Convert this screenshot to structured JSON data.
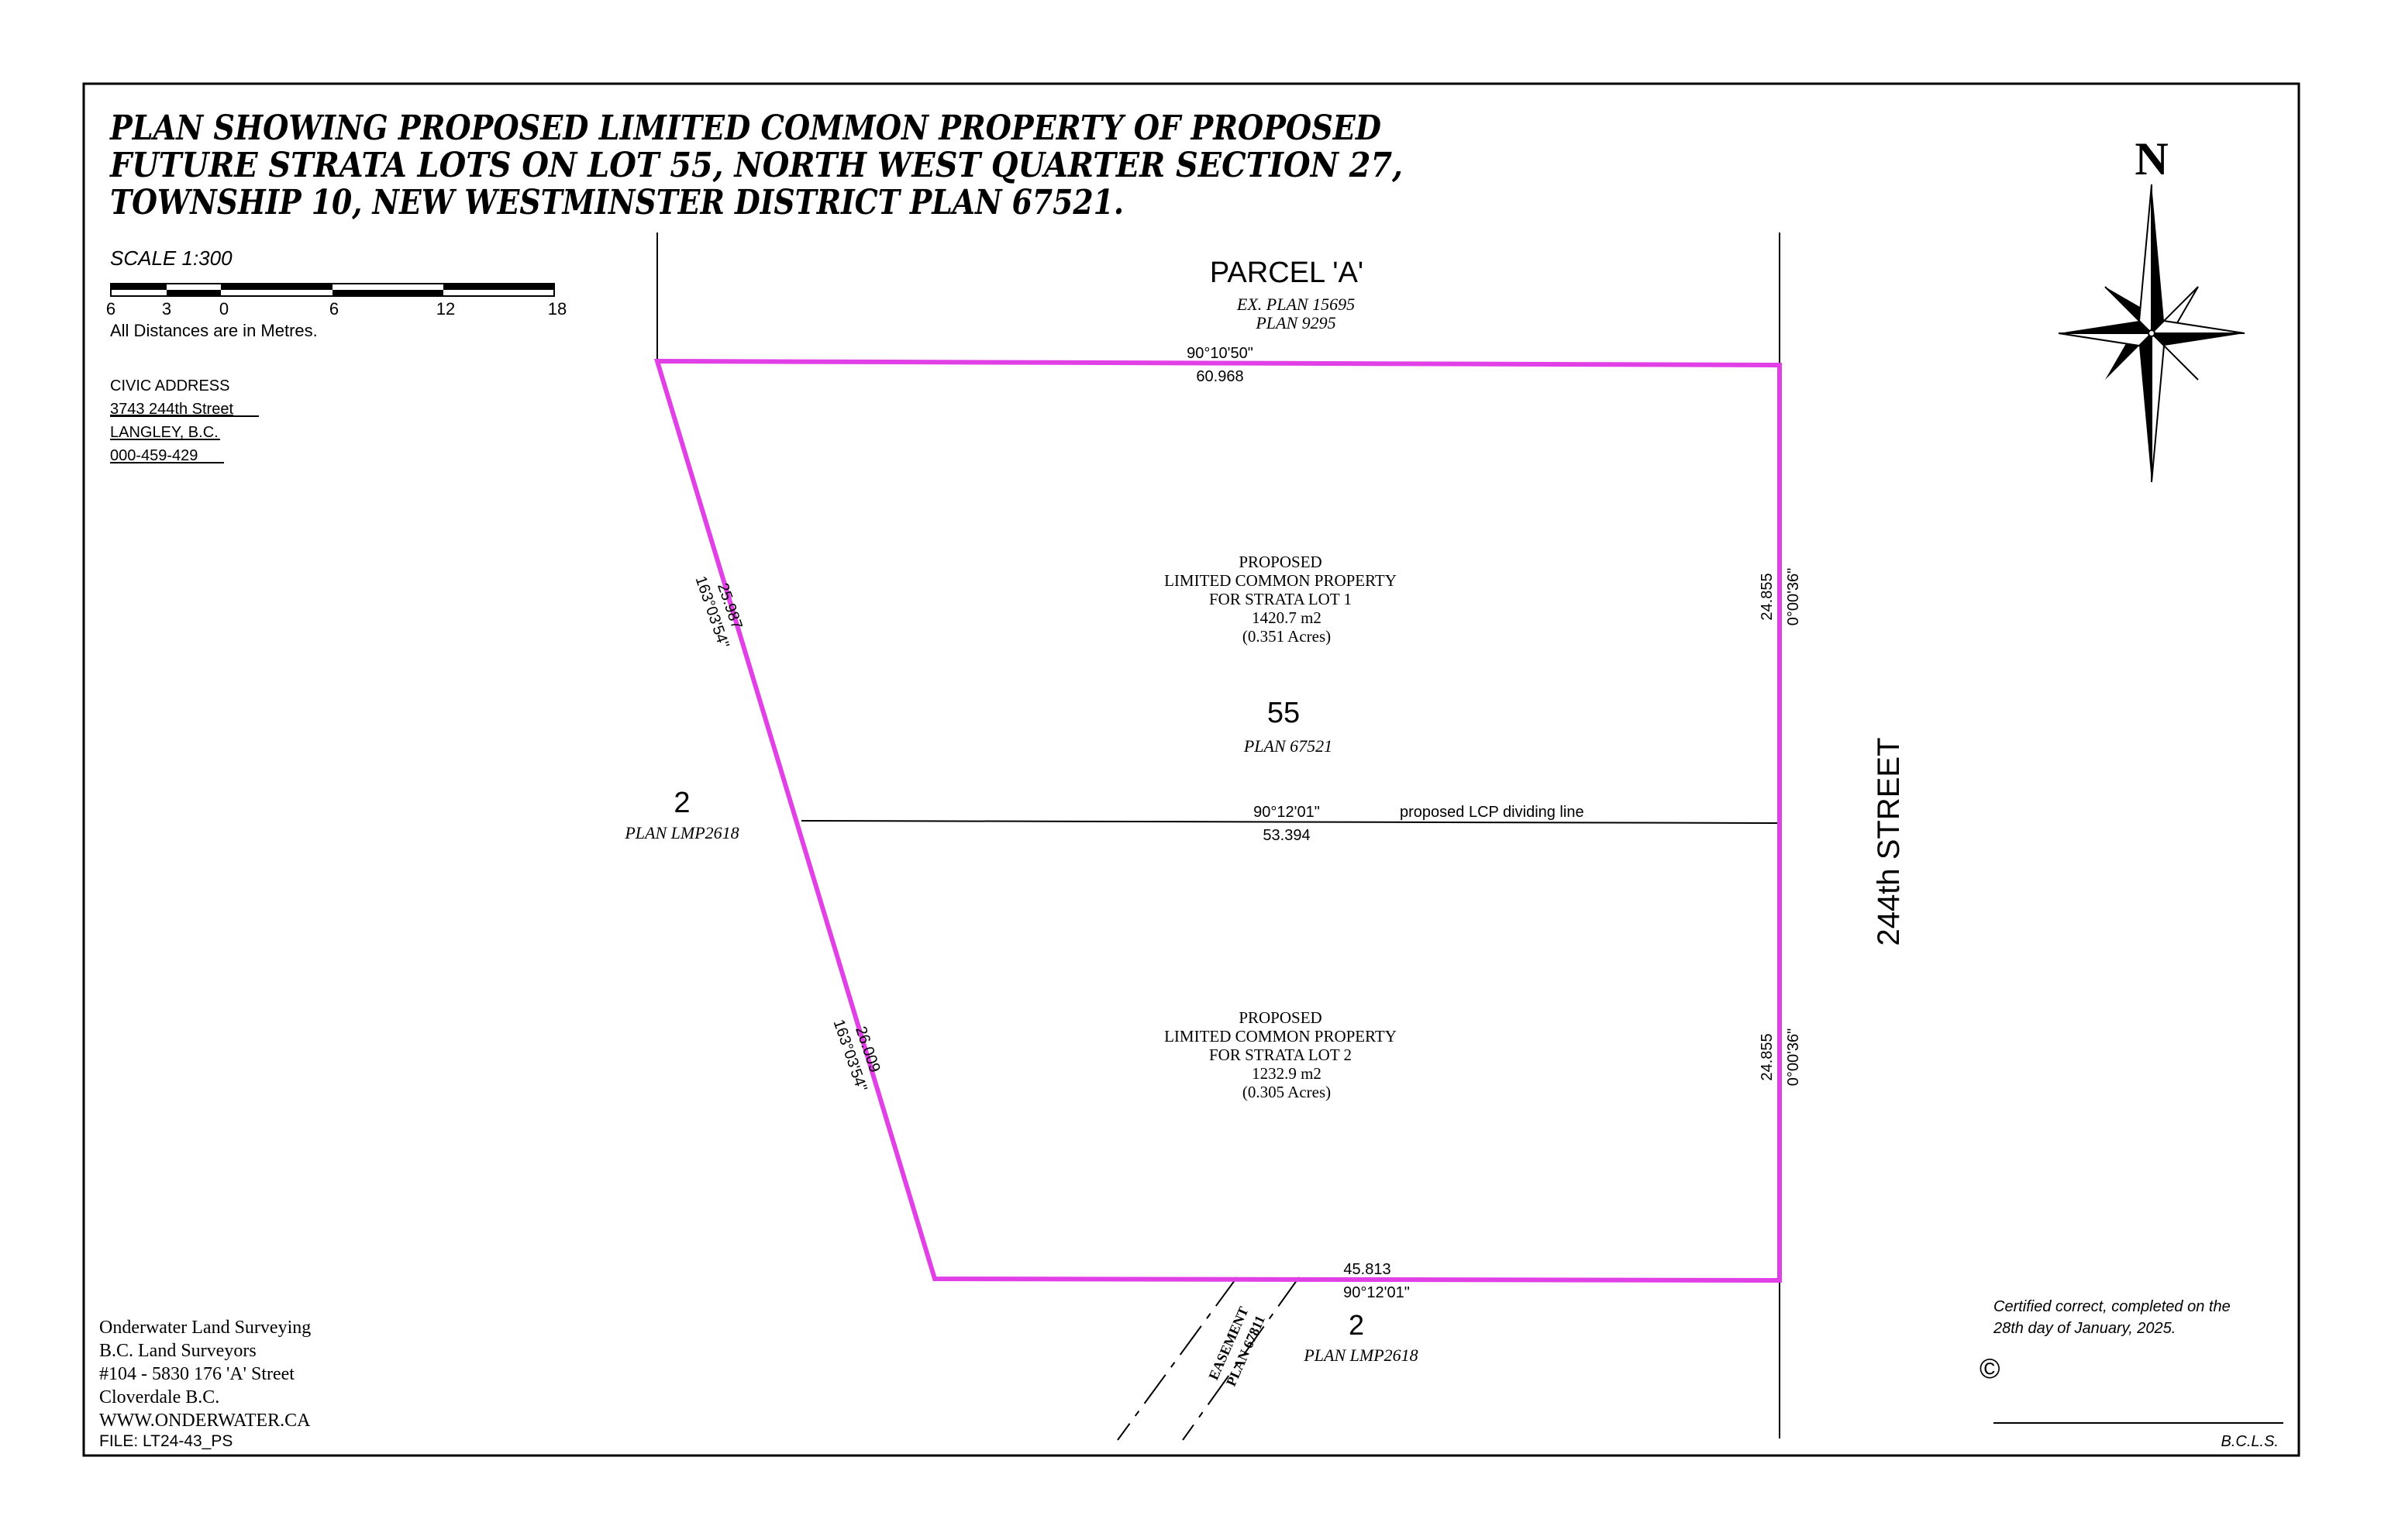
{
  "title": {
    "line1": "PLAN SHOWING PROPOSED LIMITED COMMON PROPERTY OF PROPOSED",
    "line2": "FUTURE STRATA LOTS ON LOT 55, NORTH WEST QUARTER SECTION 27,",
    "line3": "TOWNSHIP 10, NEW WESTMINSTER DISTRICT PLAN 67521."
  },
  "scale": {
    "label": "SCALE 1:300",
    "ticks": [
      "6",
      "3",
      "0",
      "6",
      "12",
      "18"
    ],
    "note": "All Distances are in Metres."
  },
  "civic": {
    "heading": "CIVIC ADDRESS",
    "street": "3743 244th Street",
    "city": "LANGLEY, B.C.",
    "pid": "000-459-429"
  },
  "north_arrow": {
    "letter": "N",
    "icon": "compass-rose-icon"
  },
  "parcel_a": {
    "name": "PARCEL 'A'",
    "plan1": "EX. PLAN 15695",
    "plan2": "PLAN 9295"
  },
  "lot": {
    "number": "55",
    "plan": "PLAN 67521"
  },
  "west_neighbour": {
    "number": "2",
    "plan": "PLAN LMP2618"
  },
  "south_neighbour": {
    "number": "2",
    "plan": "PLAN LMP2618"
  },
  "street_name": "244th STREET",
  "lcp1": {
    "line1": "PROPOSED",
    "line2": "LIMITED COMMON PROPERTY",
    "line3": "FOR STRATA LOT 1",
    "area_m2": "1420.7 m2",
    "area_acres": "(0.351 Acres)"
  },
  "lcp2": {
    "line1": "PROPOSED",
    "line2": "LIMITED COMMON PROPERTY",
    "line3": "FOR STRATA LOT 2",
    "area_m2": "1232.9 m2",
    "area_acres": "(0.305 Acres)"
  },
  "dims": {
    "north_bearing": "90°10'50\"",
    "north_distance": "60.968",
    "divider_bearing": "90°12'01\"",
    "divider_distance": "53.394",
    "divider_label": "proposed LCP dividing line",
    "south_distance": "45.813",
    "south_bearing": "90°12'01\"",
    "west_upper_distance": "25.987",
    "west_upper_bearing": "163°03'54\"",
    "west_lower_distance": "26.009",
    "west_lower_bearing": "163°03'54\"",
    "east_upper_distance": "24.855",
    "east_upper_bearing": "0°00'36\"",
    "east_lower_distance": "24.855",
    "east_lower_bearing": "0°00'36\""
  },
  "easement": {
    "line1": "EASEMENT",
    "line2": "PLAN 67811"
  },
  "surveyor": {
    "name": "Onderwater Land Surveying",
    "role": "B.C. Land Surveyors",
    "address": "#104 - 5830 176 'A' Street",
    "city": "Cloverdale B.C.",
    "web": "WWW.ONDERWATER.CA",
    "file": "FILE: LT24-43_PS"
  },
  "certification": {
    "line1": "Certified correct, completed on the",
    "line2": "28th day of January, 2025.",
    "copyright": "©",
    "signature": "B.C.L.S."
  }
}
